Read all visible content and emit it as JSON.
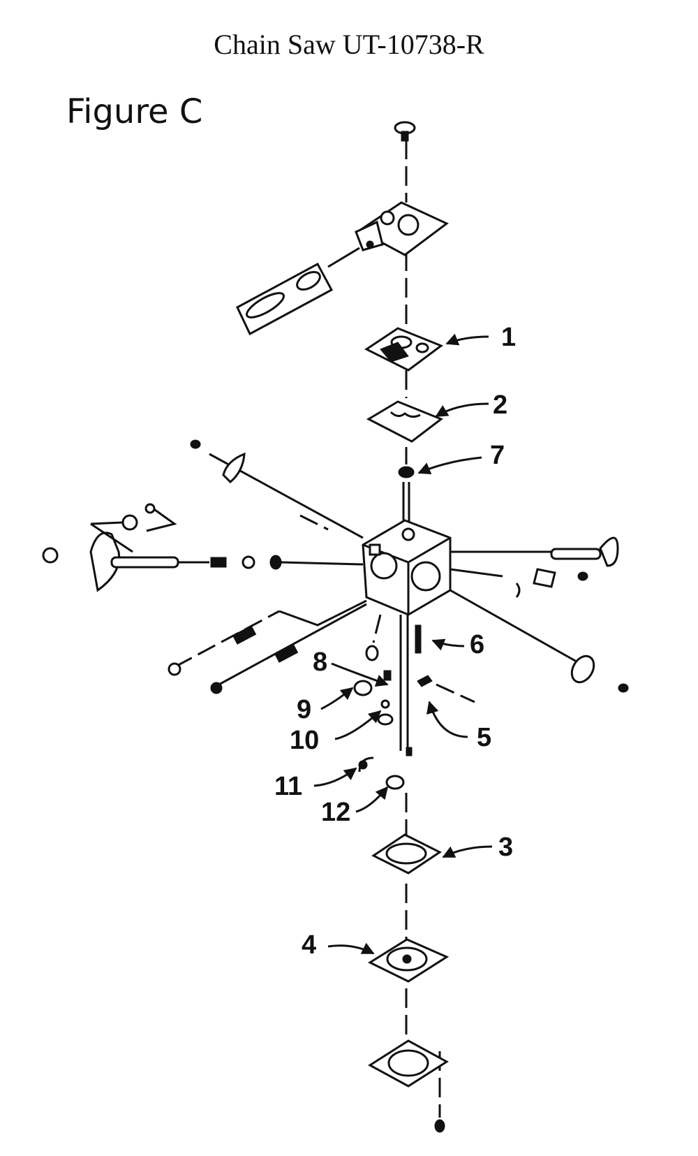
{
  "header": {
    "title": "Chain Saw UT-10738-R"
  },
  "figure": {
    "label": "Figure C"
  },
  "callouts": [
    "1",
    "2",
    "7",
    "6",
    "8",
    "9",
    "10",
    "5",
    "11",
    "12",
    "3",
    "4"
  ],
  "colors": {
    "ink": "#111111",
    "background": "#ffffff"
  }
}
